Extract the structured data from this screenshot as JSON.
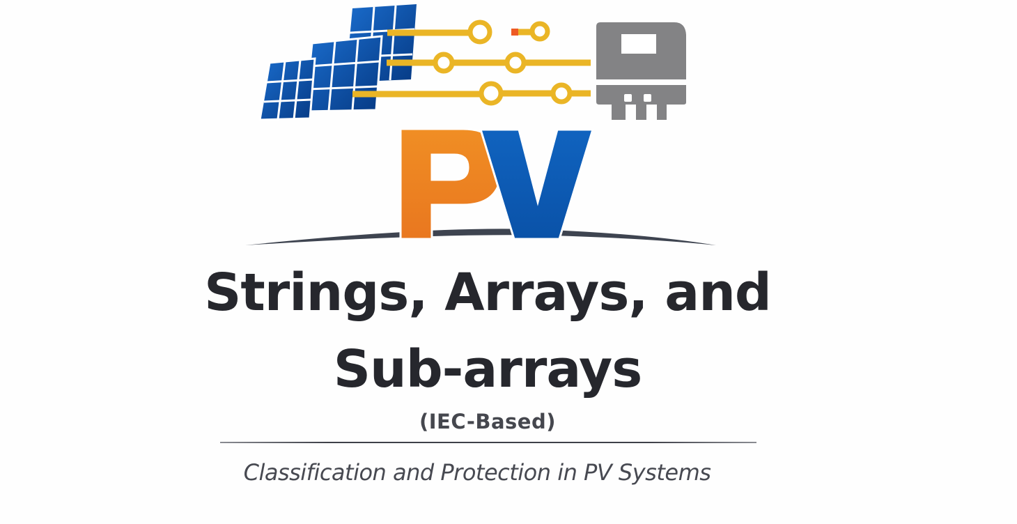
{
  "logo": {
    "wordmark": {
      "letter_p": "P",
      "letter_v": "V"
    },
    "icons": [
      "solar-panel-icon",
      "string-wiring-icon",
      "fuse-icon",
      "inverter-icon"
    ],
    "colors": {
      "panel_blue": "#0d57b3",
      "panel_blue_dark": "#083f8c",
      "wire_yellow": "#eab526",
      "fuse_orange": "#ee5a24",
      "inverter_gray": "#838385",
      "p_orange": "#ee8722",
      "v_blue": "#0b5ab4",
      "swoosh": "#3e4450",
      "title_text": "#26272d"
    }
  },
  "title": {
    "line1": "Strings, Arrays, and",
    "line2": "Sub-arrays"
  },
  "badge": "(IEC-Based)",
  "subtitle": "Classification and Protection in PV Systems"
}
